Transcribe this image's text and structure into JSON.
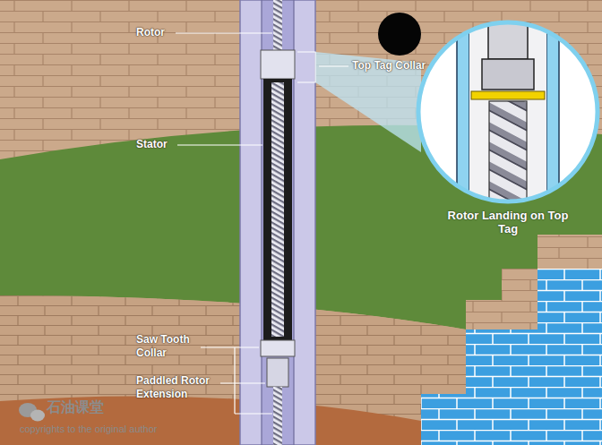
{
  "diagram": {
    "labels": [
      "Rotor",
      "Top Tag Collar",
      "Stator",
      "Saw Tooth Collar",
      "Paddled Rotor Extension",
      "Rotor Landing on Top Tag",
      "石油课堂",
      "copyrights to the original author"
    ]
  }
}
